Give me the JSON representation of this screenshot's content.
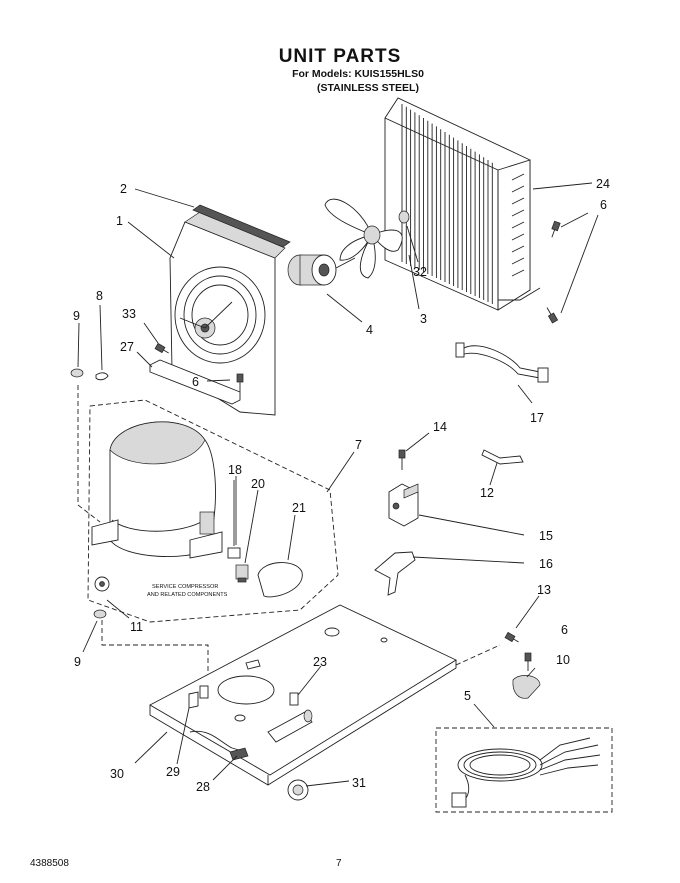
{
  "header": {
    "title": "UNIT PARTS",
    "models": "For Models: KUIS155HLS0",
    "finish": "(STAINLESS STEEL)"
  },
  "footer": {
    "doc_number": "4388508",
    "page_number": "7"
  },
  "compressor_note": {
    "line1": "SERVICE COMPRESSOR",
    "line2": "AND RELATED COMPONENTS"
  },
  "callouts": {
    "c1": "1",
    "c2": "2",
    "c3": "3",
    "c4": "4",
    "c5": "5",
    "c6a": "6",
    "c6b": "6",
    "c6c": "6",
    "c7": "7",
    "c8": "8",
    "c9a": "9",
    "c9b": "9",
    "c10": "10",
    "c11": "11",
    "c12": "12",
    "c13": "13",
    "c14": "14",
    "c15": "15",
    "c16": "16",
    "c17": "17",
    "c18": "18",
    "c20": "20",
    "c21": "21",
    "c23": "23",
    "c24": "24",
    "c27": "27",
    "c28": "28",
    "c29": "29",
    "c30": "30",
    "c31": "31",
    "c32": "32",
    "c33": "33"
  }
}
